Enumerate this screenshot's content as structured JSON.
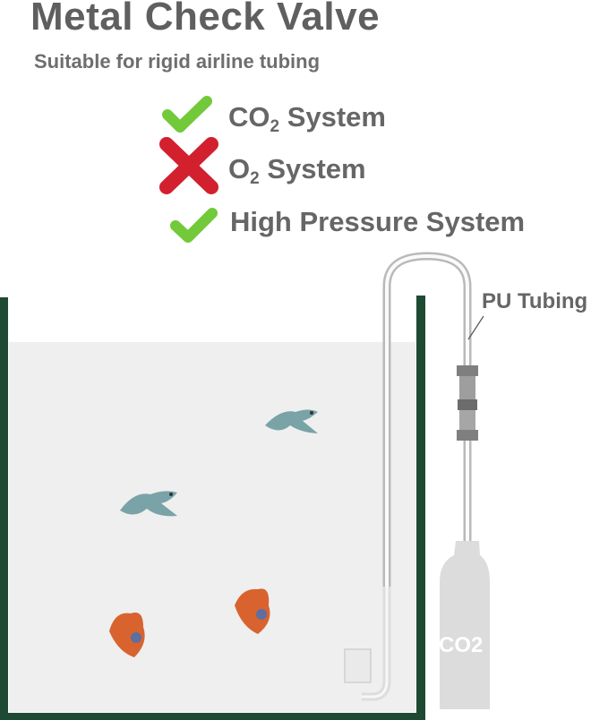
{
  "header": {
    "title": "Metal Check Valve",
    "subtitle": "Suitable for rigid airline tubing"
  },
  "features": [
    {
      "pre": "CO",
      "sub": "2",
      "post": " System",
      "status": "check-icon"
    },
    {
      "pre": "O",
      "sub": "2",
      "post": " System",
      "status": "cross-icon"
    },
    {
      "pre": "High Pressure System",
      "sub": "",
      "post": "",
      "status": "check-icon"
    }
  ],
  "diagram": {
    "tubing_label": "PU Tubing",
    "cylinder_label": "CO2"
  },
  "colors": {
    "check": "#72c93a",
    "cross": "#d2202e",
    "tank_frame": "#1e4a34",
    "water": "#efefef",
    "text": "#666666"
  }
}
